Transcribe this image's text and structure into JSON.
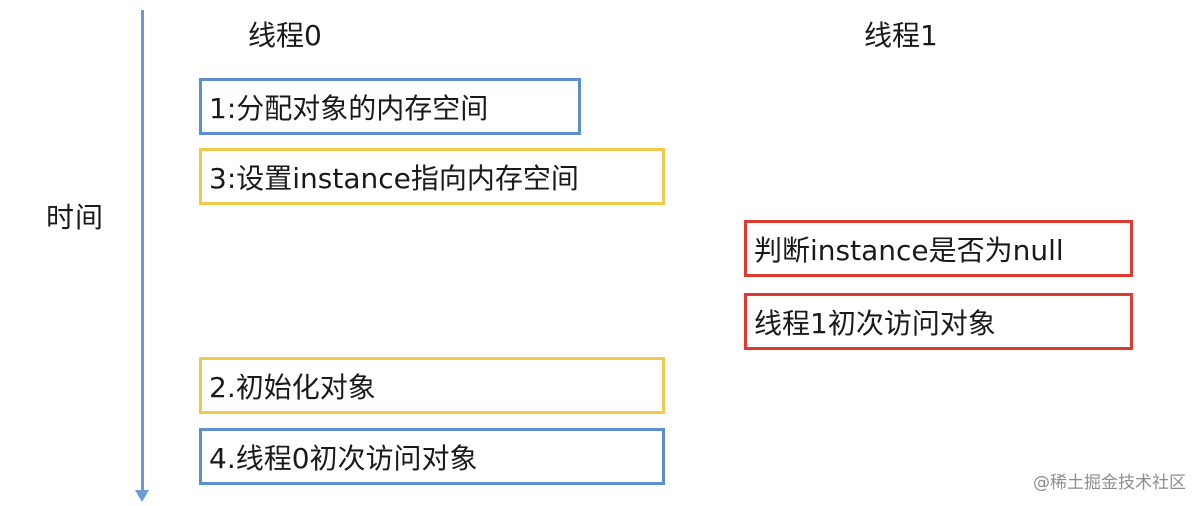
{
  "axis": {
    "label": "时间"
  },
  "columns": {
    "thread0": "线程0",
    "thread1": "线程1"
  },
  "thread0_steps": [
    {
      "text": "1:分配对象的内存空间",
      "color": "#5b8fd0"
    },
    {
      "text": "3:设置instance指向内存空间",
      "color": "#f2c94c"
    },
    {
      "text": "2.初始化对象",
      "color": "#f2c94c"
    },
    {
      "text": "4.线程0初次访问对象",
      "color": "#5b8fd0"
    }
  ],
  "thread1_steps": [
    {
      "text": "判断instance是否为null",
      "color": "#dd3b32"
    },
    {
      "text": "线程1初次访问对象",
      "color": "#dd3b32"
    }
  ],
  "watermark": "@稀土掘金技术社区"
}
